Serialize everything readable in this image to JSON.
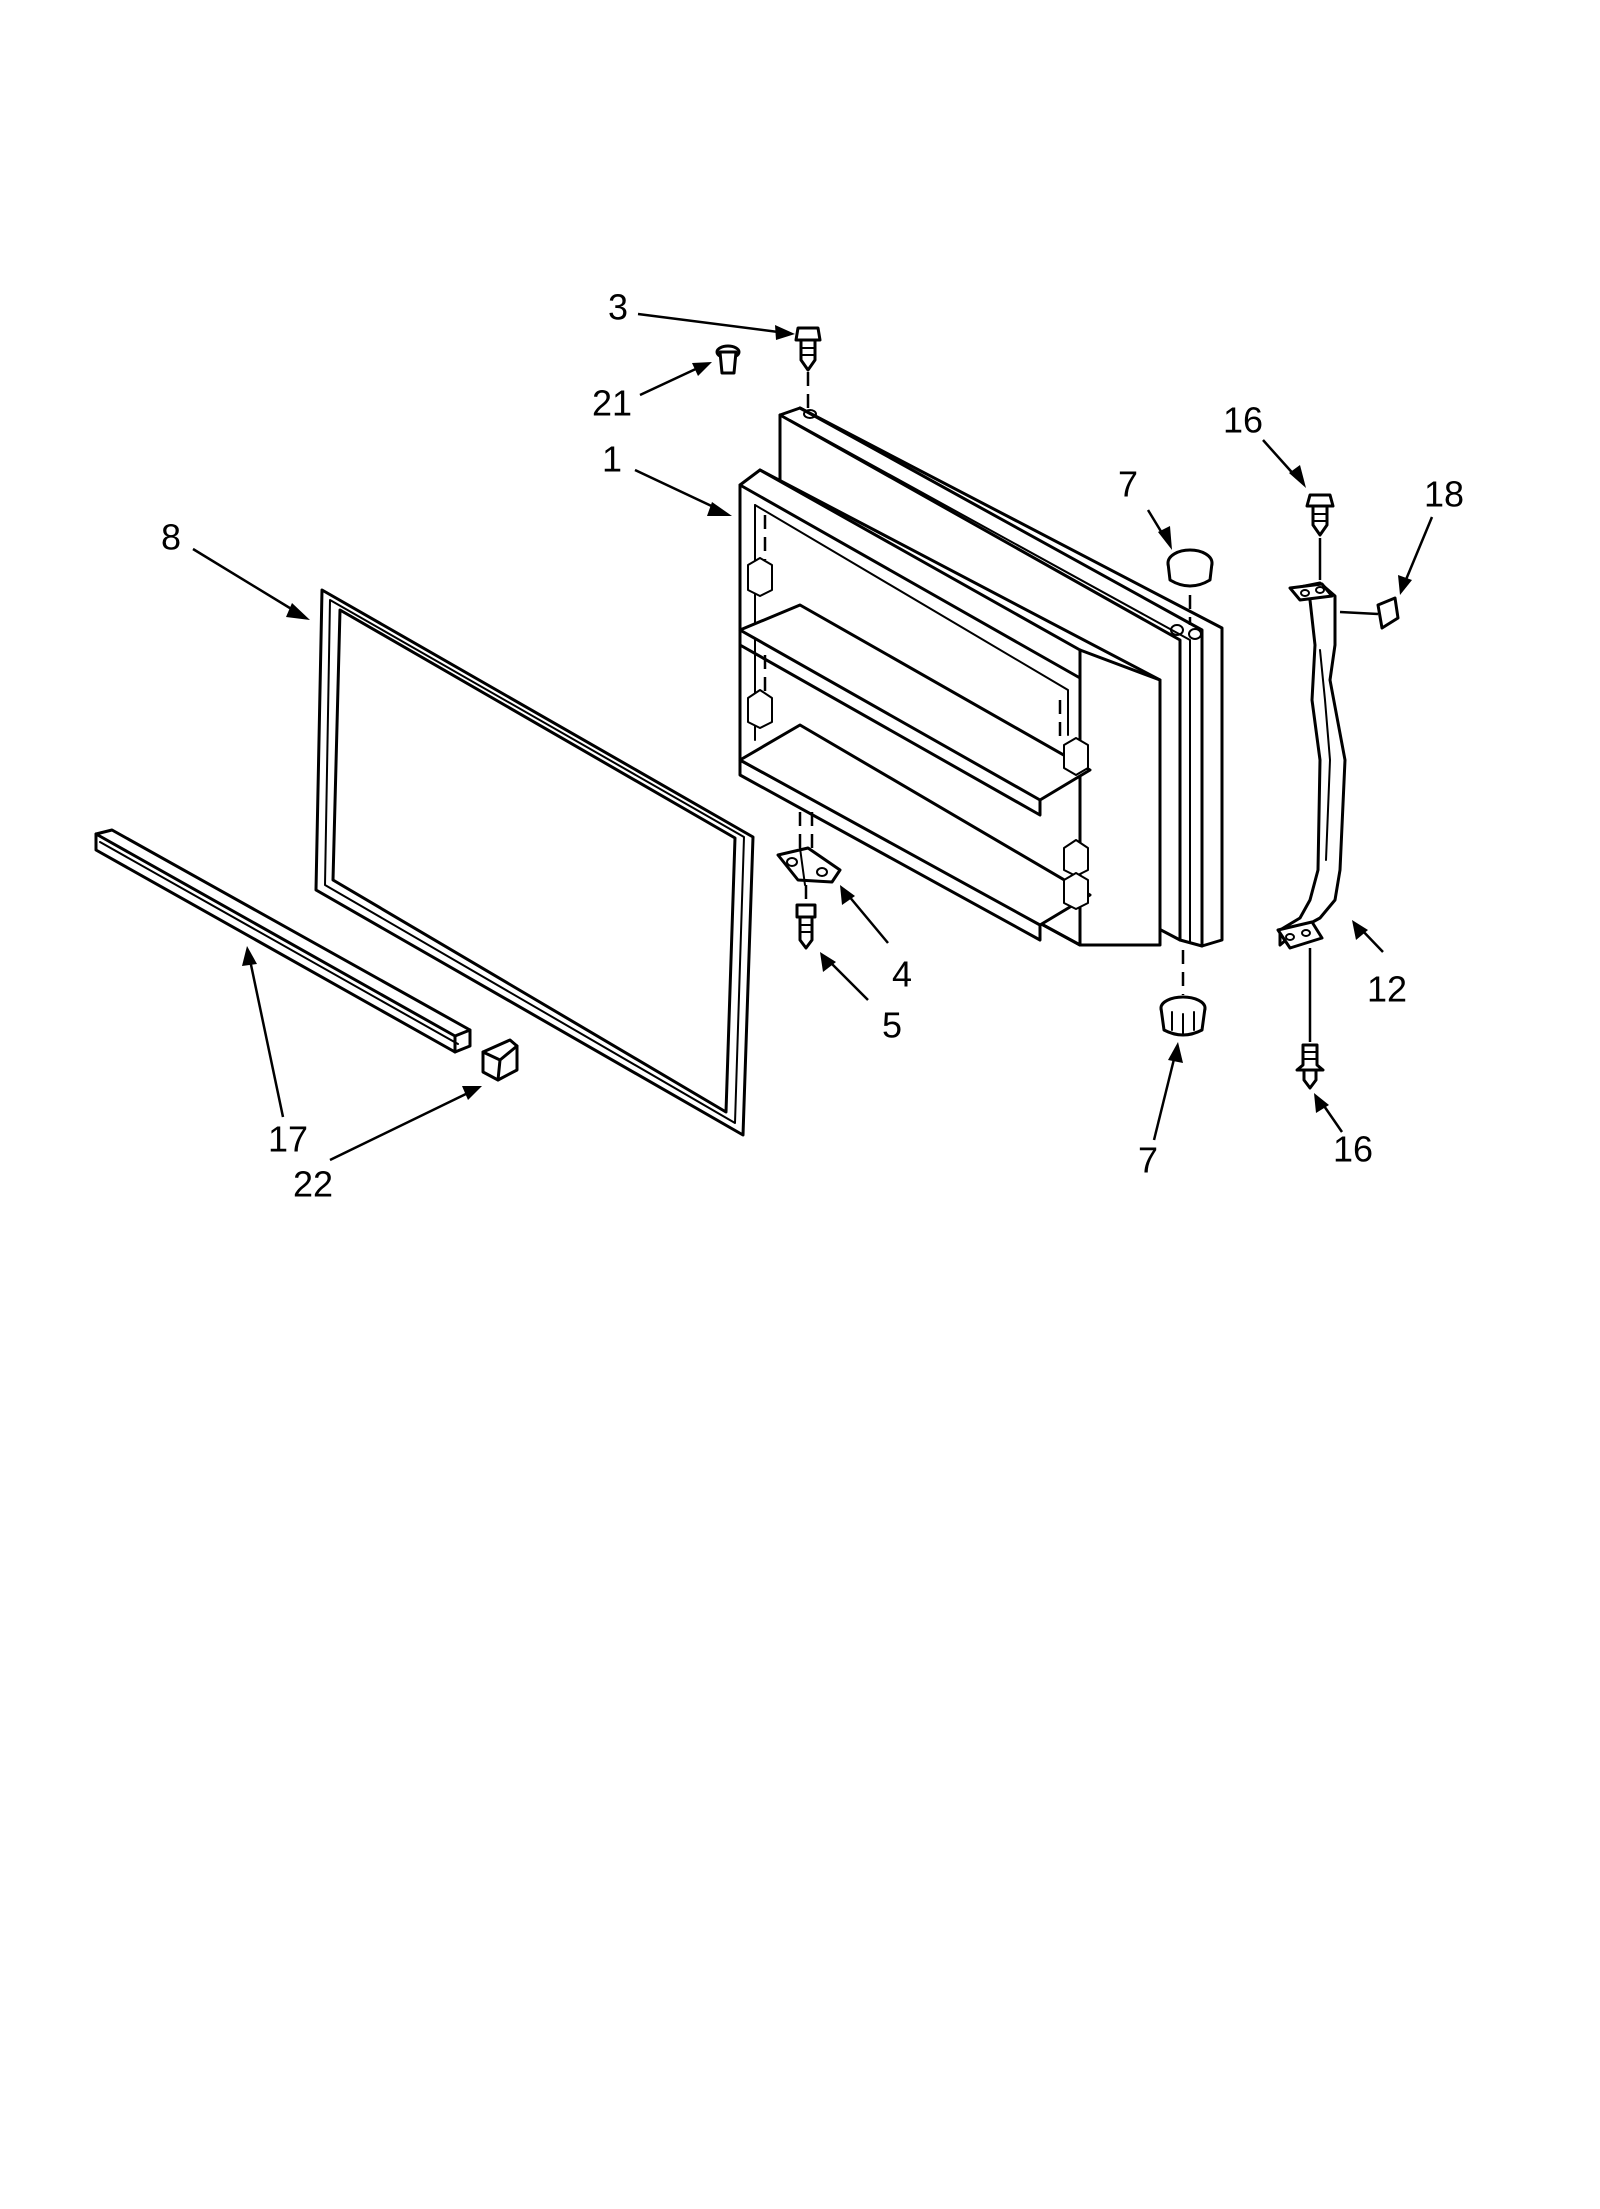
{
  "callouts": {
    "c1": "1",
    "c3": "3",
    "c4": "4",
    "c5": "5",
    "c7a": "7",
    "c7b": "7",
    "c8": "8",
    "c12": "12",
    "c16a": "16",
    "c16b": "16",
    "c17": "17",
    "c18": "18",
    "c21": "21",
    "c22": "22"
  }
}
